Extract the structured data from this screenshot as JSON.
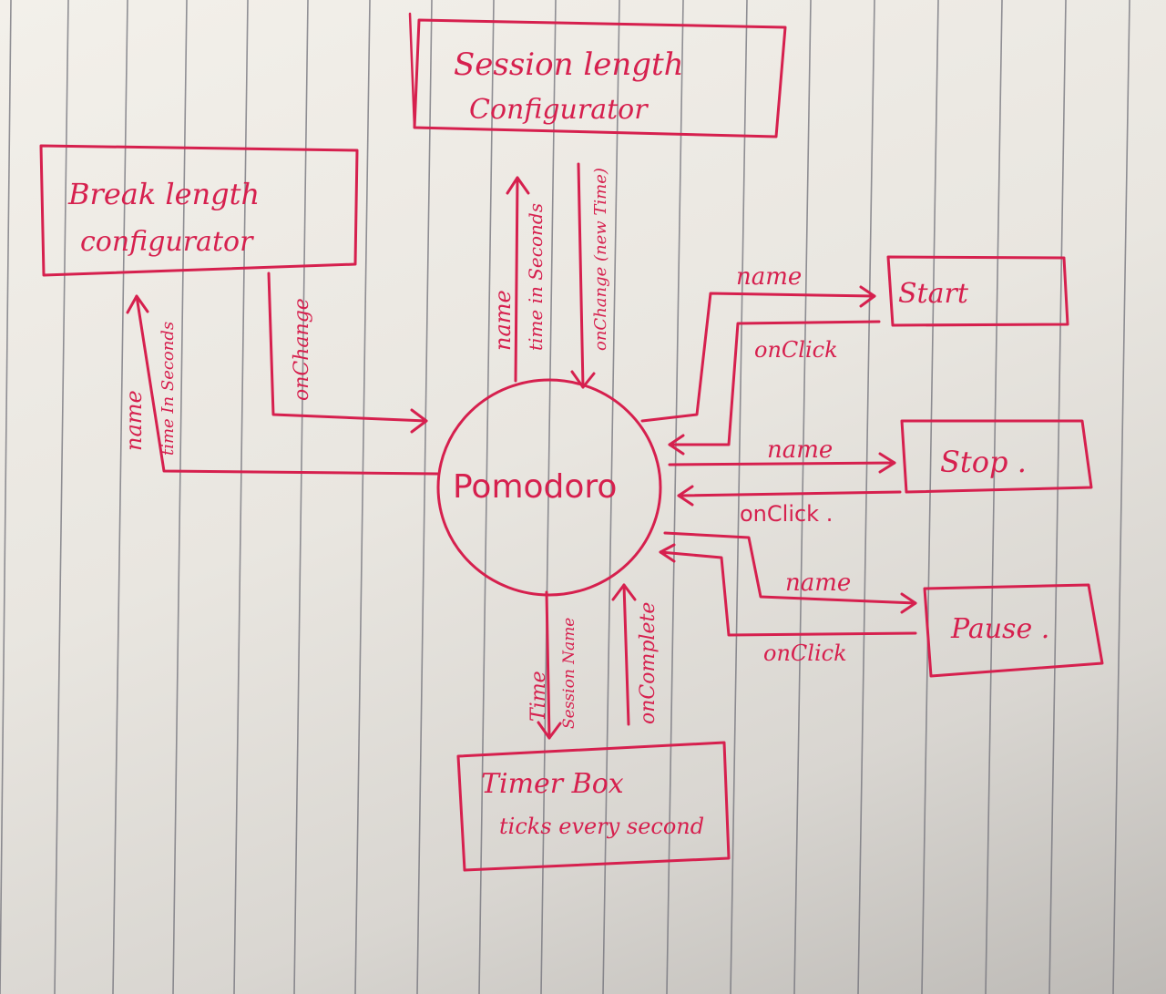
{
  "nodes": {
    "session": {
      "line1": "Session length",
      "line2": "Configurator"
    },
    "break": {
      "line1": "Break length",
      "line2": "configurator"
    },
    "pomodoro": {
      "label": "Pomodoro"
    },
    "start": {
      "label": "Start"
    },
    "stop": {
      "label": "Stop ."
    },
    "pause": {
      "label": "Pause ."
    },
    "timer": {
      "line1": "Timer Box",
      "line2": "ticks every second"
    }
  },
  "edges": {
    "session_up_1": "name",
    "session_up_2": "time in Seconds",
    "session_down": "onChange (new Time)",
    "break_up_1": "name",
    "break_up_2": "time In Seconds",
    "break_down": "onChange",
    "start_name": "name",
    "start_click": "onClick",
    "stop_name": "name",
    "stop_click": "onClick .",
    "pause_name": "name",
    "pause_click": "onClick",
    "timer_down_1": "Time",
    "timer_down_2": "Session Name",
    "timer_up": "onComplete"
  },
  "colors": {
    "ink": "#d6204e",
    "rule": "#6f6f78"
  }
}
